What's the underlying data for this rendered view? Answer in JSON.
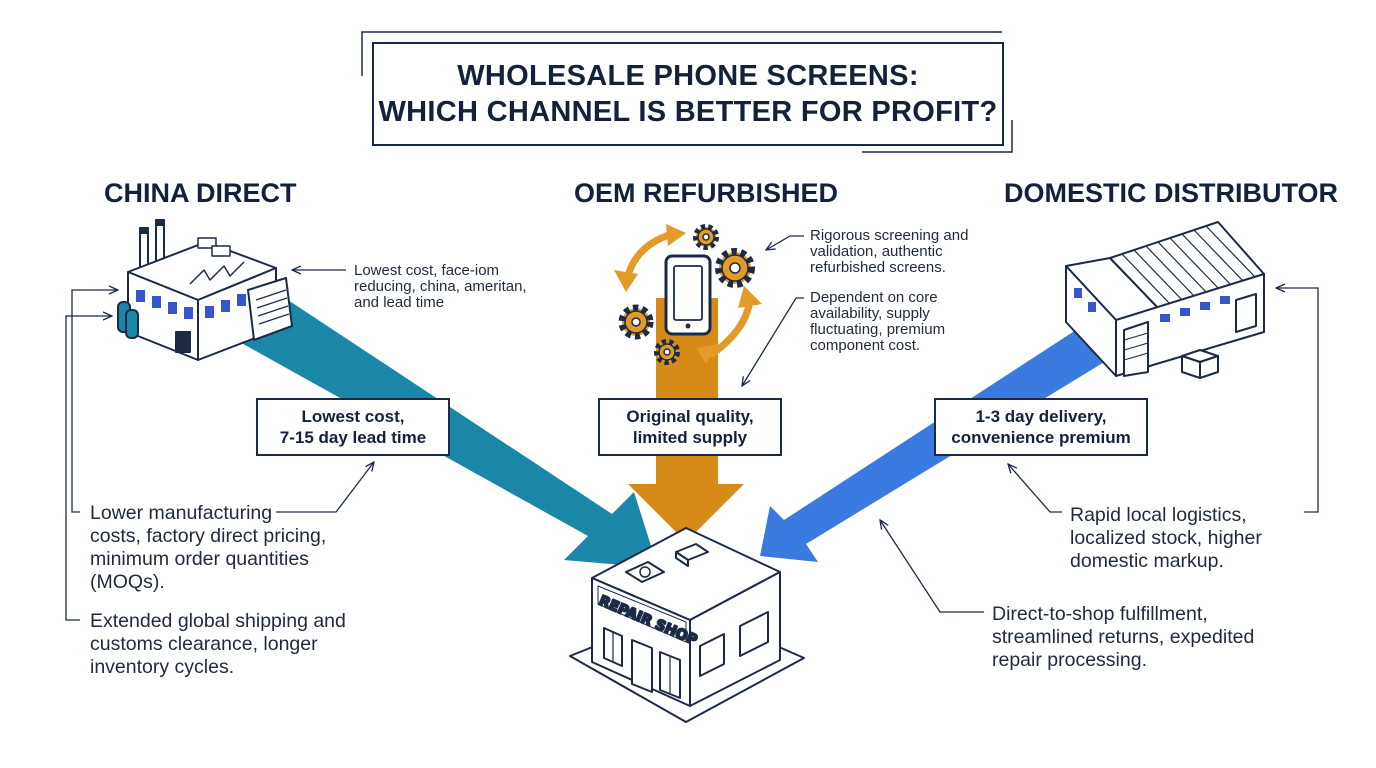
{
  "title": {
    "line1": "WHOLESALE PHONE SCREENS:",
    "line2": "WHICH CHANNEL IS BETTER FOR PROFIT?"
  },
  "columns": {
    "china": {
      "heading": "CHINA DIRECT",
      "top_note": [
        "Lowest cost, face-iom",
        "reducing, china, ameritan,",
        "and lead time"
      ],
      "box": [
        "Lowest cost,",
        "7-15 day lead time"
      ],
      "note_1": [
        "Lower manufacturing",
        "costs, factory direct pricing,",
        "minimum order quantities",
        "(MOQs)."
      ],
      "note_2": [
        "Extended global shipping and",
        "customs clearance, longer",
        "inventory cycles."
      ]
    },
    "oem": {
      "heading": "OEM REFURBISHED",
      "note_1": [
        "Rigorous screening and",
        "validation, authentic",
        "refurbished screens."
      ],
      "note_2": [
        "Dependent on core",
        "availability, supply",
        "fluctuating, premium",
        "component cost."
      ],
      "box": [
        "Original quality,",
        "limited supply"
      ]
    },
    "domestic": {
      "heading": "DOMESTIC DISTRIBUTOR",
      "box": [
        "1-3 day delivery,",
        "convenience premium"
      ],
      "note_1": [
        "Rapid local logistics,",
        "localized stock, higher",
        "domestic markup."
      ],
      "note_2": [
        "Direct-to-shop fulfillment,",
        "streamlined returns, expedited",
        "repair processing."
      ]
    }
  },
  "shop": {
    "sign": "REPAIR SHOP"
  },
  "icons": {
    "factory": "factory-icon",
    "refurb": "phone-gears-icon",
    "warehouse": "warehouse-icon",
    "shop": "repair-shop-icon"
  },
  "colors": {
    "china_arrow": "#1a86a8",
    "oem_arrow": "#d68a17",
    "domestic_arrow": "#3a7be0",
    "ink": "#1c2b45",
    "window_blue": "#3557c9"
  }
}
